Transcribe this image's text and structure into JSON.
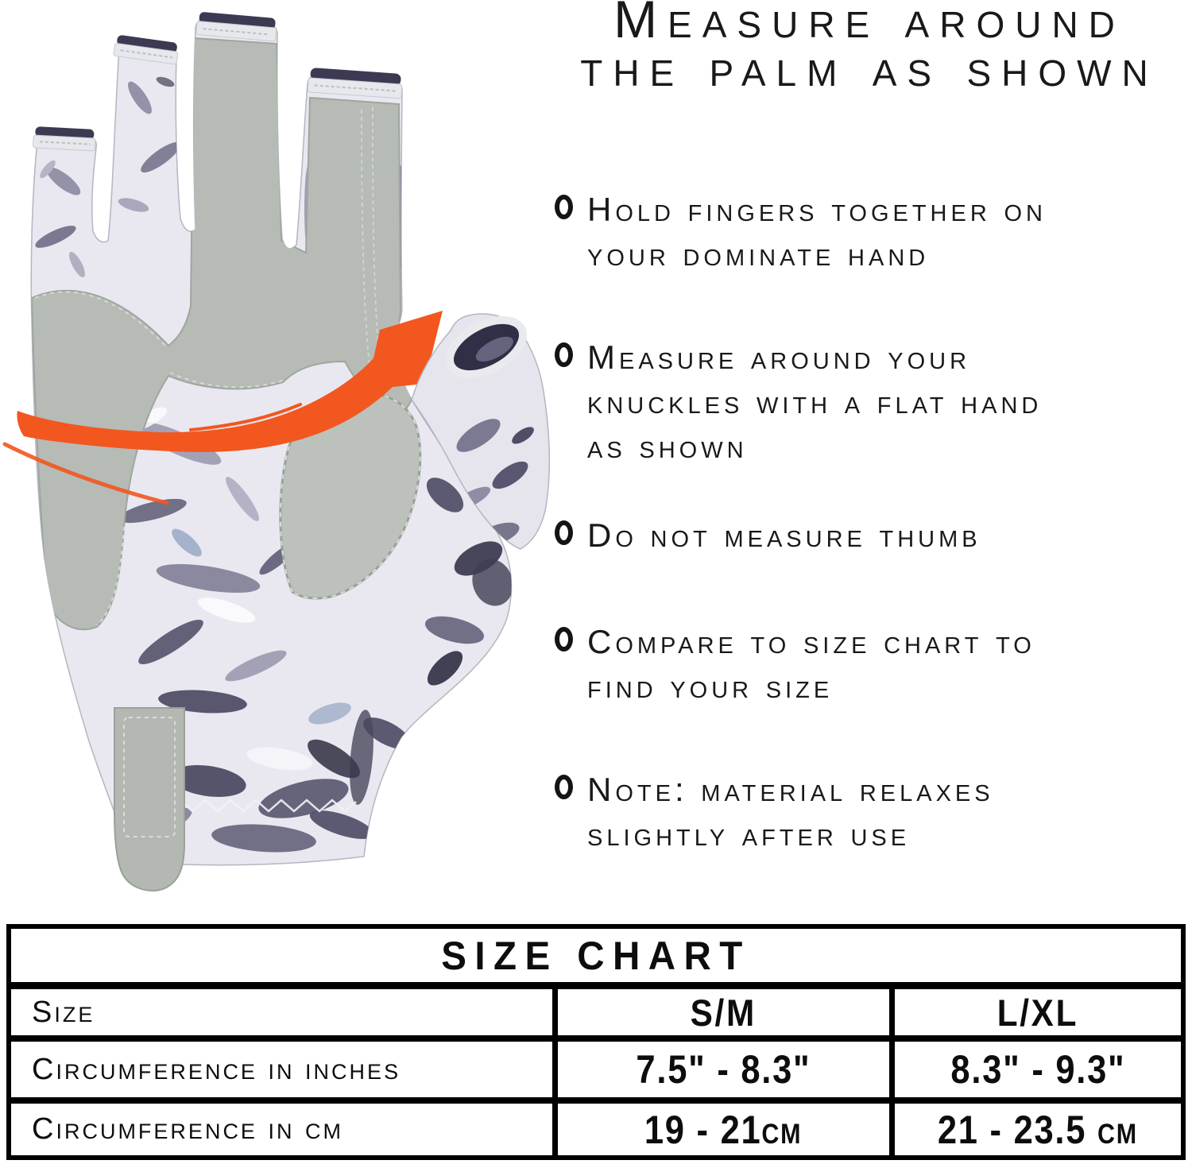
{
  "title": "Measure around\nthe palm as shown",
  "instructions": [
    "Hold fingers together on\nyour dominate hand",
    "Measure around your\nknuckles with a flat hand\nas shown",
    "Do not measure thumb",
    "Compare to size chart to\nfind your size",
    "Note: material relaxes\nslightly after use"
  ],
  "size_chart": {
    "title": "SIZE CHART",
    "header": {
      "label": "Size",
      "sm": "S/M",
      "lxl": "L/XL"
    },
    "rows": [
      {
        "label": "Circumference in inches",
        "sm": "7.5\" - 8.3\"",
        "lxl": "8.3\" - 9.3\""
      },
      {
        "label": "Circumference in cm",
        "sm": "19 - 21cm",
        "lxl": "21 - 23.5 cm"
      }
    ]
  },
  "figure": {
    "subject": "fingerless-sun-glove-palm-view",
    "arrow_icon": "curved-measure-arrow",
    "arrow_color": "#f2571f",
    "palm_color": "#b6bbb6",
    "camo_colors": [
      "#e9e8f0",
      "#9f9db2",
      "#54526a",
      "#3f3d52"
    ]
  }
}
